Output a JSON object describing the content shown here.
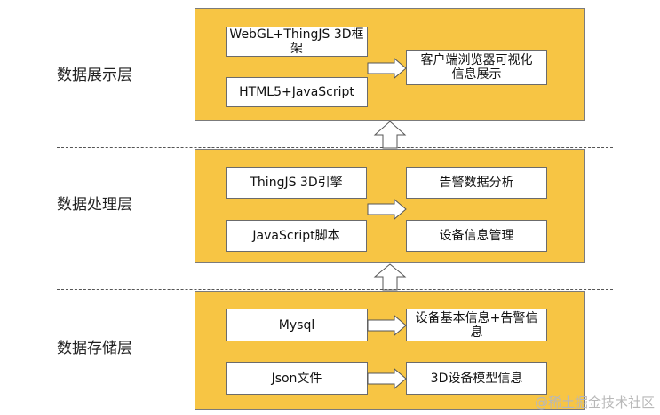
{
  "layers": {
    "display": {
      "label": "数据展示层",
      "left_boxes": [
        "WebGL+ThingJS 3D框架",
        "HTML5+JavaScript"
      ],
      "right_box": "客户端浏览器可视化信息展示"
    },
    "processing": {
      "label": "数据处理层",
      "left_boxes": [
        "ThingJS 3D引擎",
        "JavaScript脚本"
      ],
      "right_boxes": [
        "告警数据分析",
        "设备信息管理"
      ]
    },
    "storage": {
      "label": "数据存储层",
      "left_boxes": [
        "Mysql",
        "Json文件"
      ],
      "right_boxes": [
        "设备基本信息+告警信息",
        "3D设备模型信息"
      ]
    }
  },
  "watermark": "@稀土掘金技术社区",
  "colors": {
    "panel_fill": "#f7c544",
    "box_fill": "#ffffff",
    "border": "#6b6b6b"
  },
  "icons": [
    "right-arrow-icon",
    "up-arrow-icon"
  ]
}
